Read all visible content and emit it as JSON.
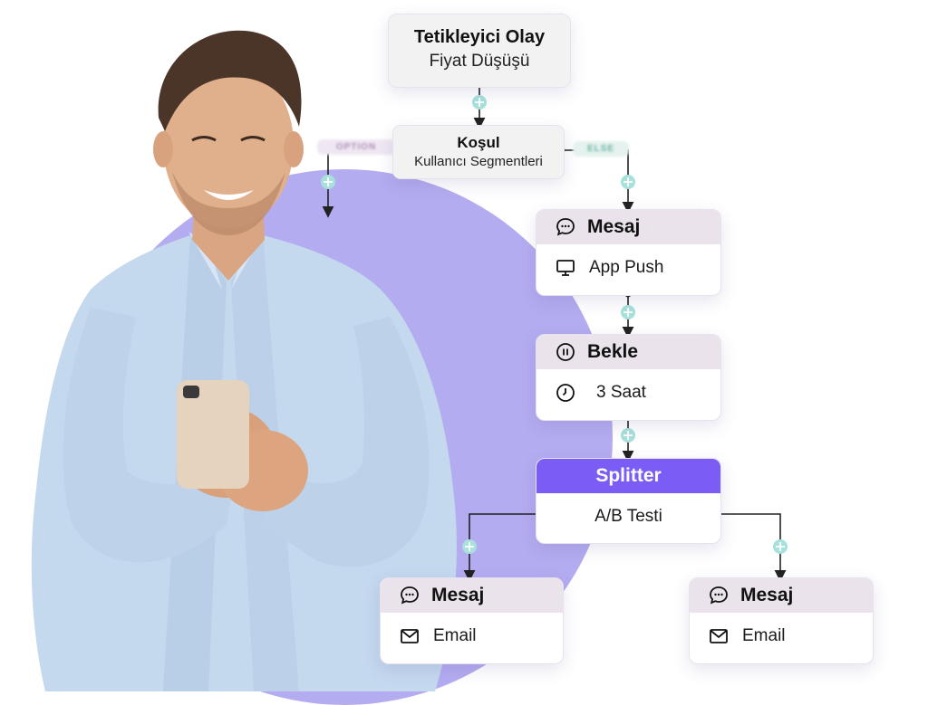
{
  "trigger": {
    "title": "Tetikleyici Olay",
    "subtitle": "Fiyat Düşüşü"
  },
  "condition": {
    "title": "Koşul",
    "subtitle": "Kullanıcı Segmentleri",
    "option_tag": "OPTION",
    "else_tag": "ELSE"
  },
  "message1": {
    "title": "Mesaj",
    "channel": "App Push"
  },
  "wait": {
    "title": "Bekle",
    "duration": "3 Saat"
  },
  "splitter": {
    "title": "Splitter",
    "subtitle": "A/B Testi"
  },
  "message_a": {
    "title": "Mesaj",
    "channel": "Email"
  },
  "message_b": {
    "title": "Mesaj",
    "channel": "Email"
  },
  "colors": {
    "accent": "#7b5cf5",
    "circle": "#b4acf0",
    "node_header": "#ebe3ec",
    "plus": "#a8e0db",
    "line": "#222222"
  },
  "icons": [
    "chat-bubble-icon",
    "monitor-icon",
    "pause-icon",
    "clock-icon",
    "mail-icon",
    "plus-icon"
  ]
}
